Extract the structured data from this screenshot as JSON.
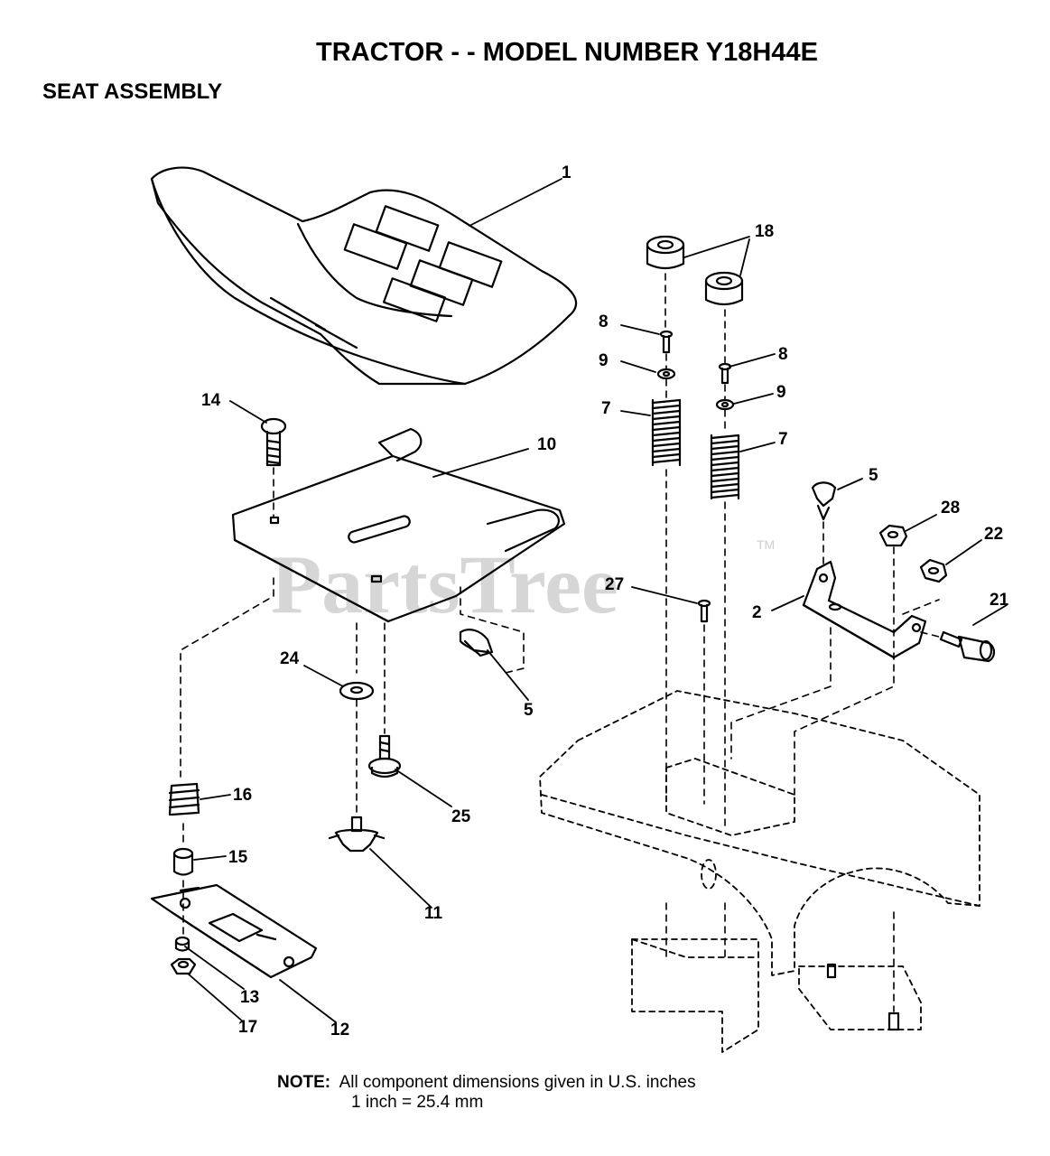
{
  "header": {
    "title": "TRACTOR - - MODEL NUMBER Y18H44E",
    "subtitle": "SEAT ASSEMBLY"
  },
  "watermark": {
    "text": "PartsTree",
    "tm": "TM"
  },
  "callouts": {
    "c1": "1",
    "c2": "2",
    "c5a": "5",
    "c5b": "5",
    "c7a": "7",
    "c7b": "7",
    "c8a": "8",
    "c8b": "8",
    "c9a": "9",
    "c9b": "9",
    "c10": "10",
    "c11": "11",
    "c12": "12",
    "c13": "13",
    "c14": "14",
    "c15": "15",
    "c16": "16",
    "c17": "17",
    "c18": "18",
    "c21": "21",
    "c22": "22",
    "c24": "24",
    "c25": "25",
    "c27": "27",
    "c28": "28"
  },
  "note": {
    "label": "NOTE:",
    "line1": "All component dimensions given in U.S. inches",
    "line2": "1 inch = 25.4 mm"
  }
}
